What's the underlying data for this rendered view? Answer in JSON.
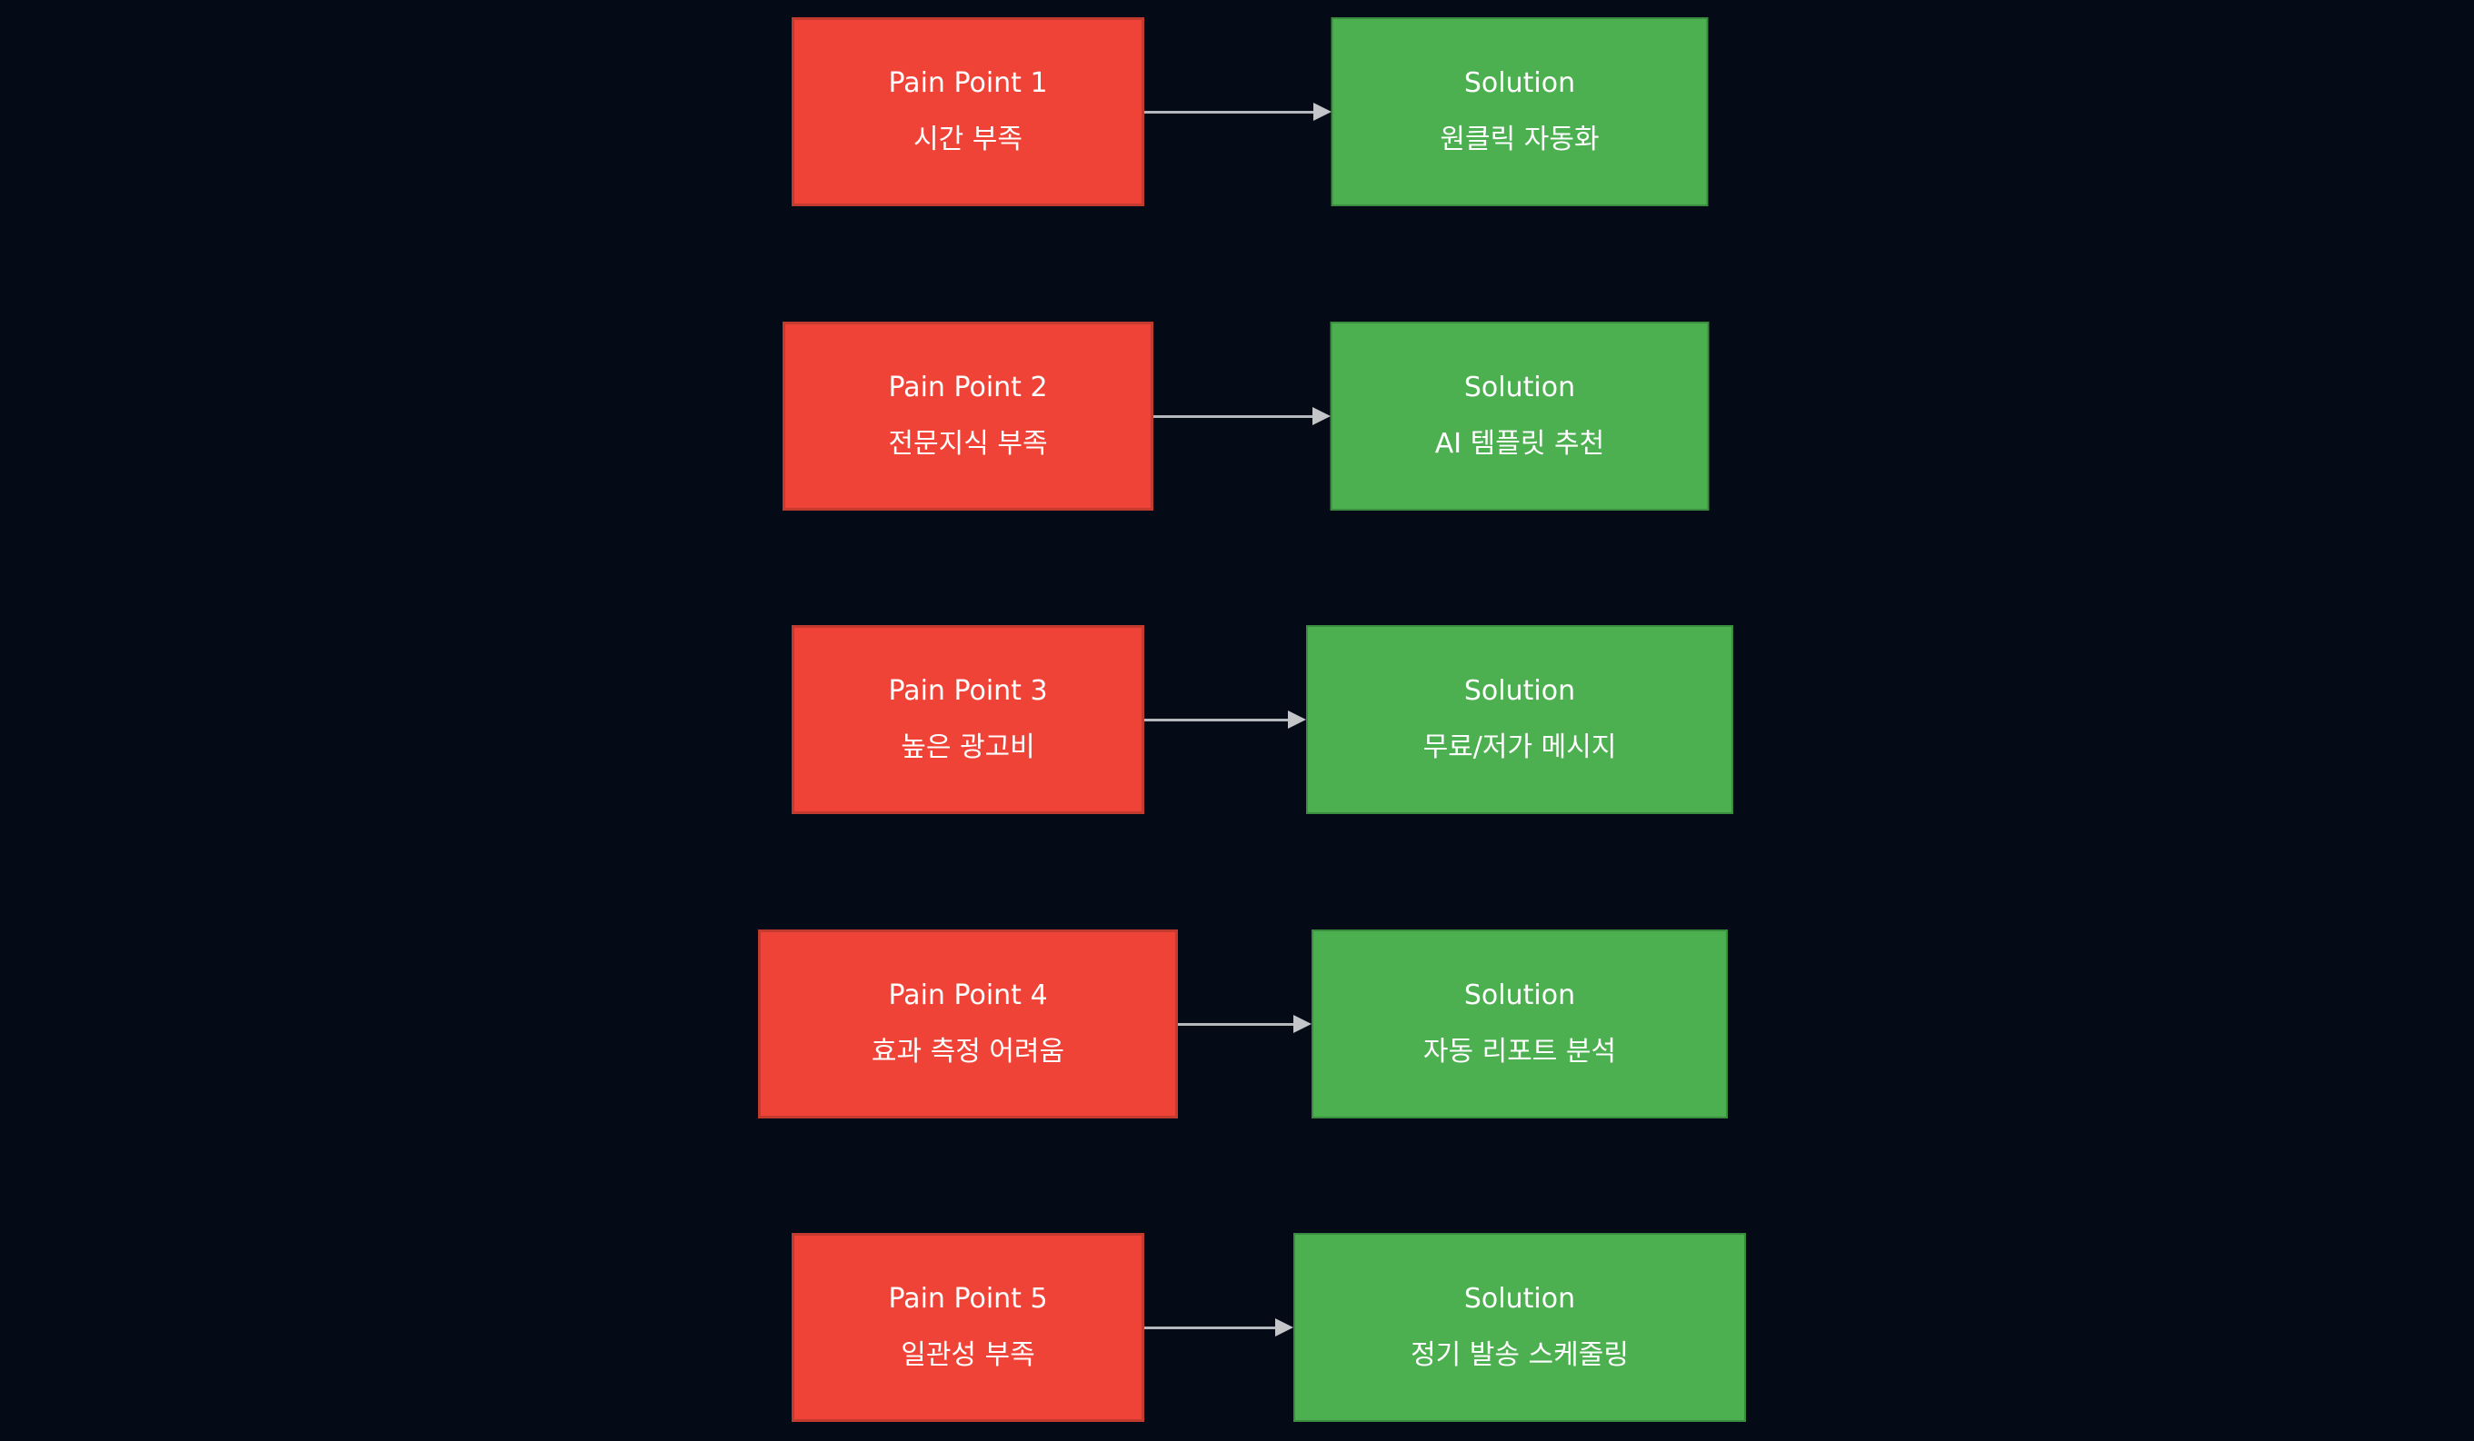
{
  "colors": {
    "background": "#040a16",
    "pain_fill": "#f04337",
    "pain_border": "#c23b2e",
    "solution_fill": "#4caf50",
    "solution_border": "#3a8c3e",
    "arrow": "#b4b7bb",
    "arrow_head": "#c3c5c8",
    "text": "#ffffff"
  },
  "rows": [
    {
      "pain": {
        "title": "Pain Point 1",
        "subtitle": "시간 부족"
      },
      "solution": {
        "title": "Solution",
        "subtitle": "원클릭 자동화"
      }
    },
    {
      "pain": {
        "title": "Pain Point 2",
        "subtitle": "전문지식 부족"
      },
      "solution": {
        "title": "Solution",
        "subtitle": "AI 템플릿 추천"
      }
    },
    {
      "pain": {
        "title": "Pain Point 3",
        "subtitle": "높은 광고비"
      },
      "solution": {
        "title": "Solution",
        "subtitle": "무료/저가 메시지"
      }
    },
    {
      "pain": {
        "title": "Pain Point 4",
        "subtitle": "효과 측정 어려움"
      },
      "solution": {
        "title": "Solution",
        "subtitle": "자동 리포트 분석"
      }
    },
    {
      "pain": {
        "title": "Pain Point 5",
        "subtitle": "일관성 부족"
      },
      "solution": {
        "title": "Solution",
        "subtitle": "정기 발송 스케줄링"
      }
    }
  ]
}
